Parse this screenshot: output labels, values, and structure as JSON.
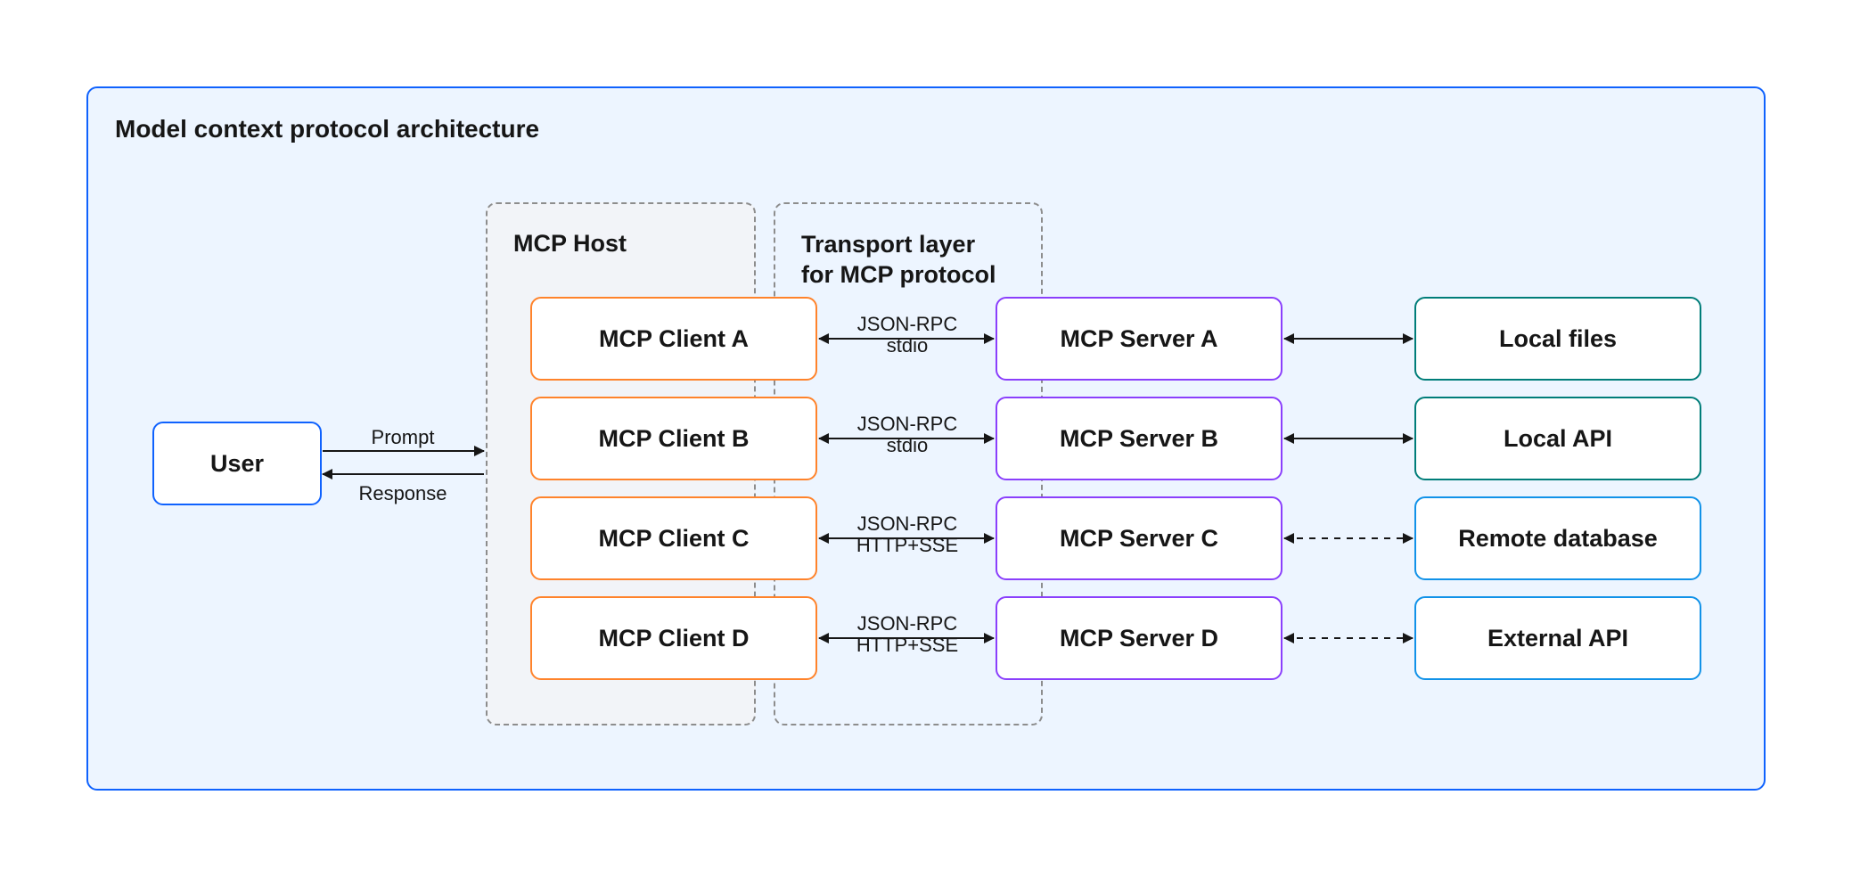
{
  "title": "Model context protocol architecture",
  "colors": {
    "frame_border": "#0f62fe",
    "frame_fill": "#edf5ff",
    "host_fill": "#f2f4f8",
    "user_border": "#0f62fe",
    "client_border": "#ff832b",
    "server_border": "#8a3ffc",
    "local_resource_border": "#007d79",
    "remote_resource_border": "#1192e8"
  },
  "user": {
    "label": "User"
  },
  "user_links": {
    "prompt": "Prompt",
    "response": "Response"
  },
  "host": {
    "label": "MCP Host"
  },
  "transport": {
    "label": "Transport layer\nfor MCP protocol"
  },
  "rows": [
    {
      "client": "MCP Client A",
      "protocol": "JSON-RPC",
      "transport": "stdio",
      "server": "MCP Server A",
      "resource": "Local files",
      "resource_kind": "local",
      "link": "solid"
    },
    {
      "client": "MCP Client B",
      "protocol": "JSON-RPC",
      "transport": "stdio",
      "server": "MCP Server B",
      "resource": "Local API",
      "resource_kind": "local",
      "link": "solid"
    },
    {
      "client": "MCP Client C",
      "protocol": "JSON-RPC",
      "transport": "HTTP+SSE",
      "server": "MCP Server C",
      "resource": "Remote database",
      "resource_kind": "remote",
      "link": "dashed"
    },
    {
      "client": "MCP Client D",
      "protocol": "JSON-RPC",
      "transport": "HTTP+SSE",
      "server": "MCP Server D",
      "resource": "External API",
      "resource_kind": "remote",
      "link": "dashed"
    }
  ]
}
